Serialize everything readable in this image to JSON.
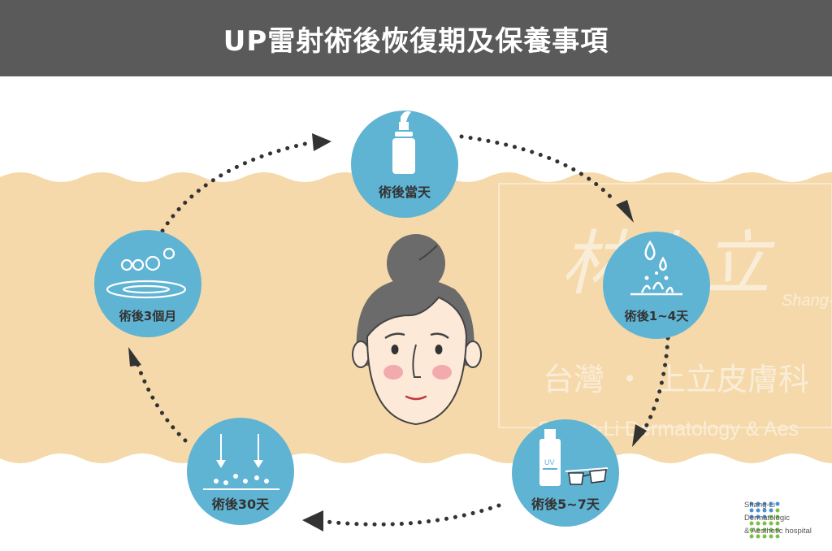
{
  "header": {
    "title": "UP雷射術後恢復期及保養事項"
  },
  "stages": [
    {
      "label": "術後當天",
      "icon": "lotion-bottle-icon"
    },
    {
      "label": "術後1~4天",
      "icon": "water-drops-icon"
    },
    {
      "label": "術後5~7天",
      "icon": "sunscreen-sunglasses-icon",
      "icon_text": "UV"
    },
    {
      "label": "術後30天",
      "icon": "downward-arrows-dots-icon"
    },
    {
      "label": "術後3個月",
      "icon": "bubbles-ring-icon"
    }
  ],
  "watermark": {
    "calligraphy": "林上立",
    "script": "Shang-Li",
    "cn": "台灣 ・ 上立皮膚科",
    "en": "Shang-Li Dermatology & Aes"
  },
  "logo": {
    "line1": "Shang-Li",
    "line2": "Dermatologic",
    "line3": "& Aesthetic hospital"
  },
  "colors": {
    "header": "#5a5a5a",
    "band": "#f5d9aa",
    "circle": "#5fb3d3",
    "arrow": "#333333",
    "cheek": "#f2a3a8",
    "hair": "#6b6b6b"
  }
}
